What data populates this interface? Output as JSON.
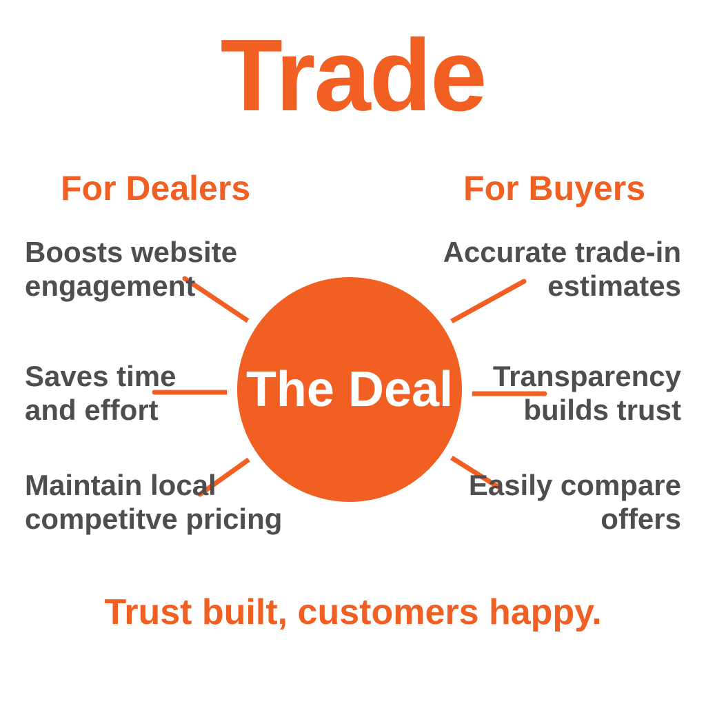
{
  "colors": {
    "orange": "#F16022",
    "gray": "#4E4E50",
    "background": "#FFFFFF",
    "hub_text": "#FFFFFF"
  },
  "title": "Trade",
  "center": {
    "label": "The Deal"
  },
  "dealers": {
    "heading": "For Dealers",
    "items": [
      "Boosts website\nengagement",
      "Saves time\nand effort",
      "Maintain local\ncompetitve pricing"
    ]
  },
  "buyers": {
    "heading": "For Buyers",
    "items": [
      "Accurate trade-in\nestimates",
      "Transparency\nbuilds trust",
      "Easily compare\noffers"
    ]
  },
  "tagline": "Trust built, customers happy."
}
